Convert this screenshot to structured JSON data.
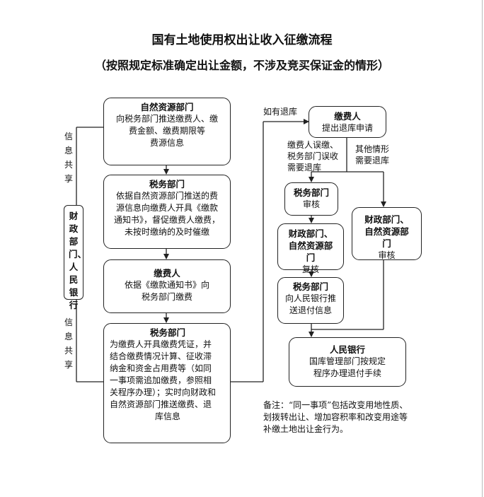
{
  "title": "国有土地使用权出让收入征缴流程",
  "subtitle": "（按照规定标准确定出让金额，不涉及竞买保证金的情形）",
  "left_flow": [
    {
      "head": "自然资源部门",
      "body": [
        "向税务部门推送缴费人、缴",
        "费金额、缴费期限等",
        "费源信息"
      ]
    },
    {
      "head": "税务部门",
      "body": [
        "依据自然资源部门推送的费",
        "源信息向缴费人开具《缴款",
        "通知书》，督促缴费人缴费，",
        "未按时缴纳的及时催缴"
      ]
    },
    {
      "head": "缴费人",
      "body": [
        "依据《缴款通知书》向",
        "税务部门缴费"
      ]
    },
    {
      "head": "税务部门",
      "body": [
        "为缴费人开具缴费凭证，并",
        "结合缴费情况计算、征收滞",
        "纳金和资金占用费等（如同",
        "一事项需追加缴费，参照相",
        "关程序办理）；实时向财政和",
        "自然资源部门推送缴费、退",
        "库信息"
      ]
    }
  ],
  "side": {
    "box_label": "财政部门、人民银行",
    "share_label_1": "信息共享",
    "share_label_2": "信息共享"
  },
  "right_flow": {
    "payer": {
      "head": "缴费人",
      "body": "提出退库申请"
    },
    "tax_review": {
      "head": "税务部门",
      "body": "审核"
    },
    "finance_recheck": {
      "head": "财政部门、自然资源部门",
      "body": "复核"
    },
    "tax_push": {
      "head": "税务部门",
      "body": [
        "向人民银行推",
        "送退付信息"
      ]
    },
    "finance_review": {
      "head": "财政部门、自然资源部门",
      "body": "审核"
    },
    "bank": {
      "head": "人民银行",
      "body": [
        "国库管理部门按规定",
        "程序办理退付手续"
      ]
    }
  },
  "labels": {
    "has_refund": "如有退库",
    "mistake": [
      "缴费人误缴、",
      "税务部门误收",
      "需要退库"
    ],
    "other": [
      "其他情形",
      "需要退库"
    ]
  },
  "note": [
    "备注：“同一事项”包括改变用地性质、",
    "划拨转出让、增加容积率和改变用途等",
    "补缴土地出让金行为。"
  ]
}
